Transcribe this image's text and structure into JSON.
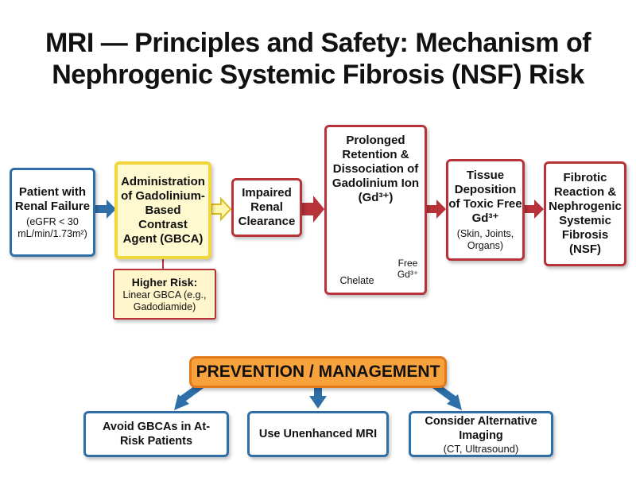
{
  "title": {
    "line1": "MRI — Principles and Safety: Mechanism of",
    "line2": "Nephrogenic Systemic Fibrosis (NSF) Risk"
  },
  "flow": {
    "patient": {
      "title": "Patient with Renal Failure",
      "detail": "(eGFR < 30 mL/min/1.73m²)"
    },
    "gbca": {
      "title": "Administration of Gadolinium-Based Contrast Agent (GBCA)"
    },
    "risk": {
      "title": "Higher Risk:",
      "detail": "Linear GBCA (e.g., Gadodiamide)"
    },
    "clearance": {
      "title": "Impaired Renal Clearance"
    },
    "retention": {
      "title": "Prolonged Retention & Dissociation of Gadolinium Ion (Gd³⁺)",
      "chelate_label": "Chelate",
      "free_label": "Free Gd³⁺"
    },
    "deposition": {
      "title": "Tissue Deposition of Toxic Free Gd³⁺",
      "detail": "(Skin, Joints, Organs)"
    },
    "fibrosis": {
      "title": "Fibrotic Reaction & Nephrogenic Systemic Fibrosis (NSF)"
    }
  },
  "prevention": {
    "header": "PREVENTION / MANAGEMENT",
    "items": [
      {
        "title": "Avoid GBCAs in At-Risk Patients",
        "detail": ""
      },
      {
        "title": "Use Unenhanced MRI",
        "detail": ""
      },
      {
        "title": "Consider Alternative Imaging",
        "detail": "(CT, Ultrasound)"
      }
    ]
  },
  "colors": {
    "blue": "#2f6fa8",
    "red": "#b8323a",
    "yellow": "#f0d83c",
    "orange": "#f7a23c"
  }
}
